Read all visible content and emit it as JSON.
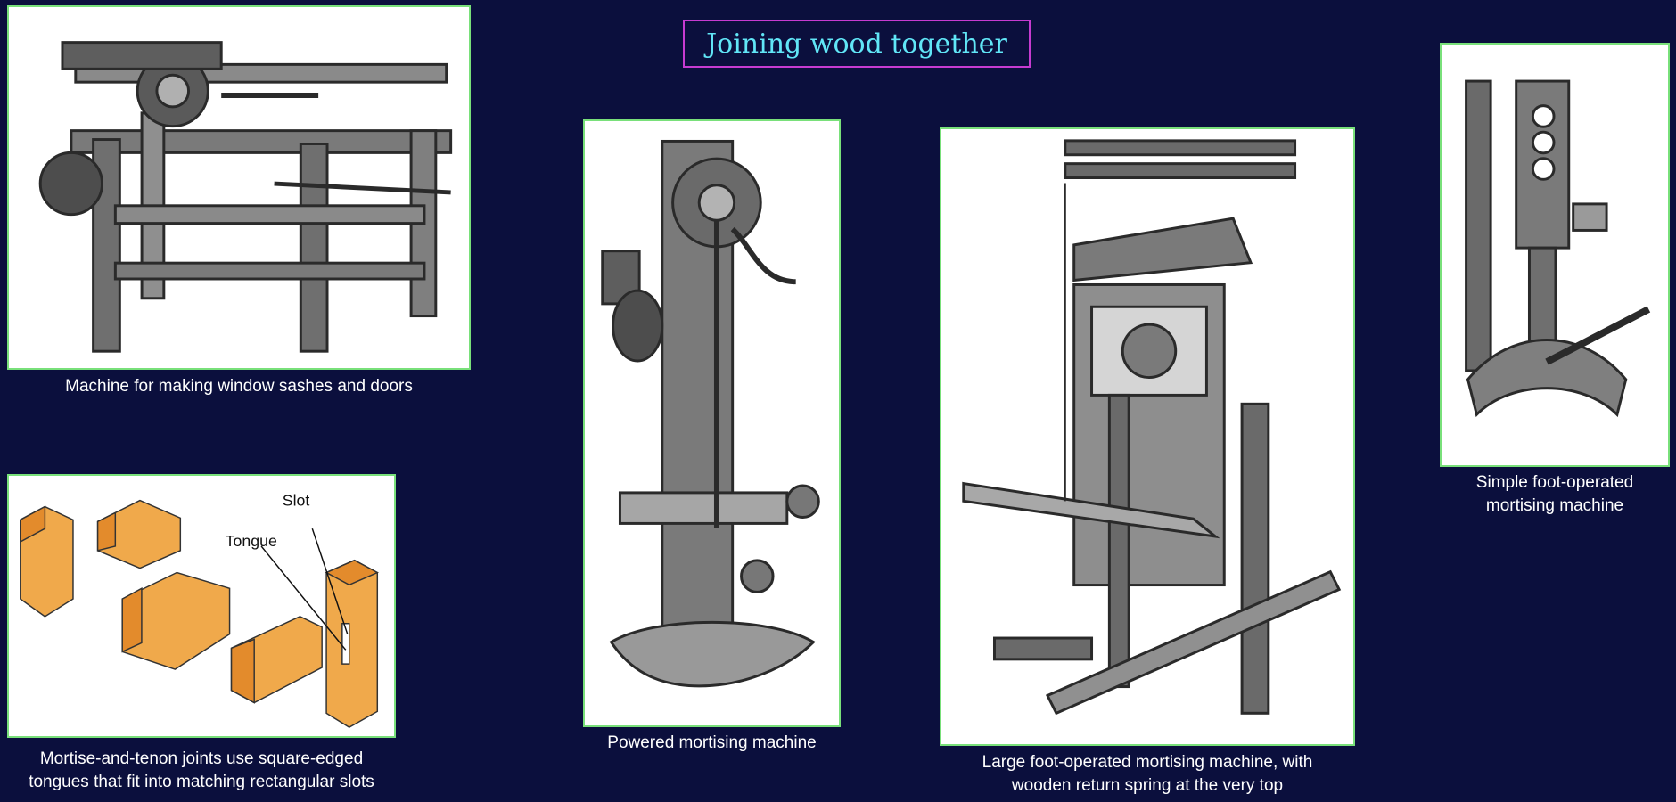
{
  "slide": {
    "title": "Joining wood together"
  },
  "panels": {
    "sash_machine": {
      "caption": "Machine for making window sashes and doors"
    },
    "joint_diagram": {
      "caption_line1": "Mortise-and-tenon joints use square-edged",
      "caption_line2": "tongues that fit into matching rectangular slots",
      "label_slot": "Slot",
      "label_tongue": "Tongue"
    },
    "powered_mortiser": {
      "caption": "Powered mortising machine"
    },
    "large_foot_mortiser": {
      "caption_line1": "Large foot-operated mortising machine, with",
      "caption_line2": "wooden return spring at the very top"
    },
    "simple_foot_mortiser": {
      "caption_line1": "Simple foot-operated",
      "caption_line2": "mortising machine"
    }
  },
  "colors": {
    "background": "#0b0f3d",
    "title_text": "#61e6f7",
    "title_border": "#c63bd1",
    "panel_border": "#79e07a",
    "wood_fill": "#f0a94b",
    "wood_end_grain": "#e38b2c"
  }
}
